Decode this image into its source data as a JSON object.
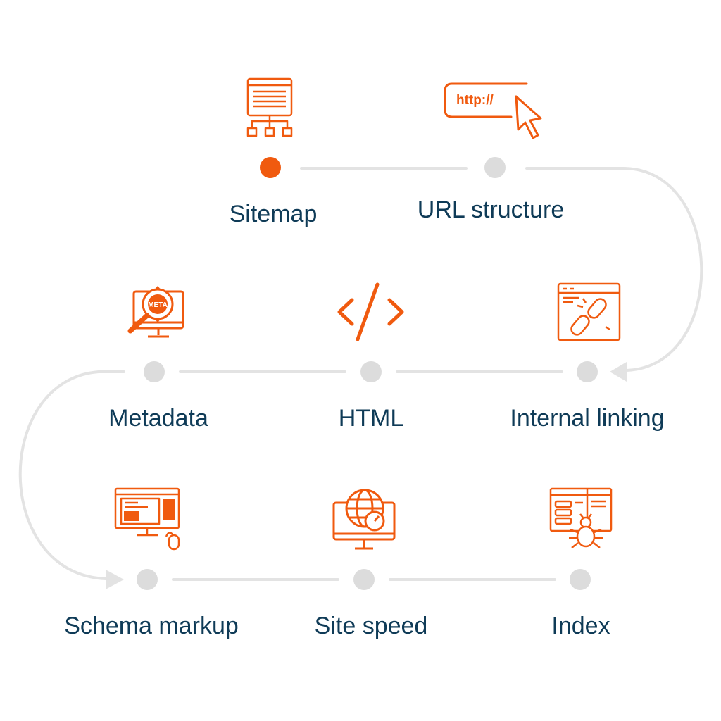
{
  "colors": {
    "accent": "#f05a0f",
    "node_done": "#f05a0f",
    "node_pending": "#dcdcdc",
    "connector": "#e3e3e3",
    "label_text": "#0f3b57",
    "background": "#ffffff"
  },
  "steps": [
    {
      "label": "Sitemap",
      "icon": "sitemap-icon",
      "status": "active"
    },
    {
      "label": "URL structure",
      "icon": "url-cursor-icon",
      "status": "pending"
    },
    {
      "label": "Internal linking",
      "icon": "chain-link-icon",
      "status": "pending"
    },
    {
      "label": "HTML",
      "icon": "code-tag-icon",
      "status": "pending"
    },
    {
      "label": "Metadata",
      "icon": "meta-magnifier-icon",
      "status": "pending"
    },
    {
      "label": "Schema markup",
      "icon": "schema-monitor-icon",
      "status": "pending"
    },
    {
      "label": "Site speed",
      "icon": "globe-speed-icon",
      "status": "pending"
    },
    {
      "label": "Index",
      "icon": "bug-crawler-icon",
      "status": "pending"
    }
  ],
  "icon_text": {
    "url_protocol": "http://",
    "meta_badge": "META"
  }
}
